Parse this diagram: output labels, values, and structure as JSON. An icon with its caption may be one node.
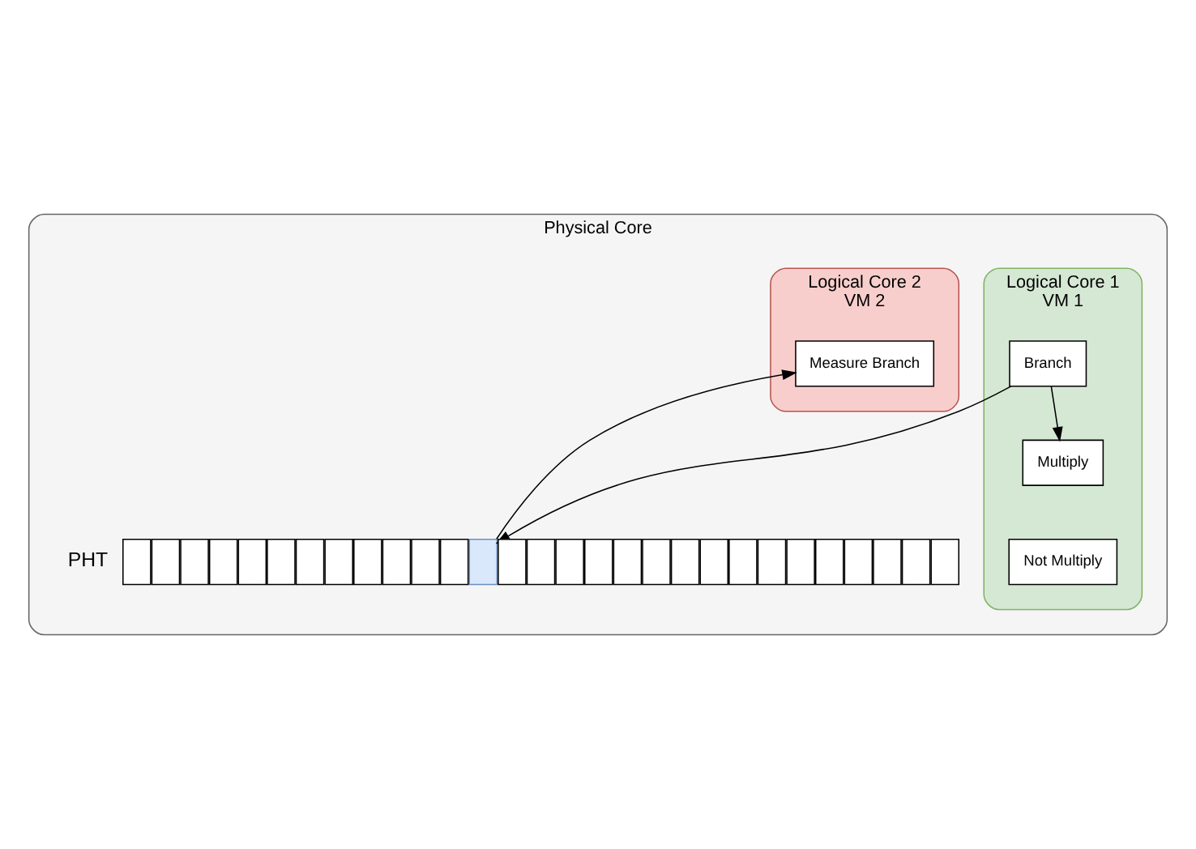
{
  "diagram": {
    "nodes": [
      {
        "text": [
          "Physical Core"
        ]
      },
      {
        "text": [
          "Logical Core 1",
          "VM 1"
        ],
        "in": 0
      },
      {
        "text": [
          "Branch"
        ],
        "in": 1
      },
      {
        "text": [
          "Multiply"
        ],
        "in": 1
      },
      {
        "text": [
          "Not Multiply"
        ],
        "in": 1
      },
      {
        "text": [
          "Logical Core 2",
          "VM 2"
        ],
        "in": 0
      },
      {
        "text": [
          "Measure Branch"
        ],
        "in": 5
      },
      {
        "text": [],
        "shape": "box",
        "in": 0
      },
      {
        "text": [],
        "shape": "box",
        "in": 0
      },
      {
        "text": [],
        "shape": "box",
        "in": 0
      },
      {
        "text": [],
        "shape": "box",
        "in": 0
      },
      {
        "text": [],
        "shape": "box",
        "in": 0
      },
      {
        "text": [],
        "shape": "box",
        "in": 0
      },
      {
        "text": [],
        "shape": "box",
        "in": 0
      },
      {
        "text": [],
        "shape": "box",
        "in": 0
      },
      {
        "text": [],
        "shape": "box",
        "in": 0
      },
      {
        "text": [],
        "shape": "box",
        "in": 0
      },
      {
        "text": [],
        "shape": "box",
        "in": 0
      },
      {
        "text": [],
        "shape": "box",
        "in": 0
      },
      {
        "text": [],
        "shape": "box",
        "in": 0
      },
      {
        "text": [],
        "shape": "box",
        "in": 0
      },
      {
        "text": [],
        "shape": "box",
        "in": 0
      },
      {
        "text": [],
        "shape": "box",
        "in": 0
      },
      {
        "text": [],
        "shape": "box",
        "in": 0
      },
      {
        "text": [],
        "shape": "box",
        "in": 0
      },
      {
        "text": [],
        "shape": "box",
        "in": 0
      },
      {
        "text": [],
        "shape": "box",
        "in": 0
      },
      {
        "text": [],
        "shape": "box",
        "in": 0
      },
      {
        "text": [],
        "shape": "box",
        "in": 0
      },
      {
        "text": [],
        "shape": "box",
        "in": 0
      },
      {
        "text": [],
        "shape": "box",
        "in": 0
      },
      {
        "text": [],
        "shape": "box",
        "in": 0
      },
      {
        "text": [],
        "shape": "box",
        "in": 0
      },
      {
        "text": [],
        "shape": "box",
        "in": 0
      },
      {
        "text": [],
        "shape": "box",
        "in": 0
      },
      {
        "text": [],
        "shape": "box",
        "in": 0
      }
    ],
    "edges": [
      {
        "from": 2,
        "to": 3,
        "arrow": "to"
      },
      {
        "from": 2,
        "to": 19,
        "arrow": "to"
      },
      {
        "from": 19,
        "to": 6,
        "arrow": "to"
      }
    ],
    "labels": [
      "PHT"
    ]
  }
}
